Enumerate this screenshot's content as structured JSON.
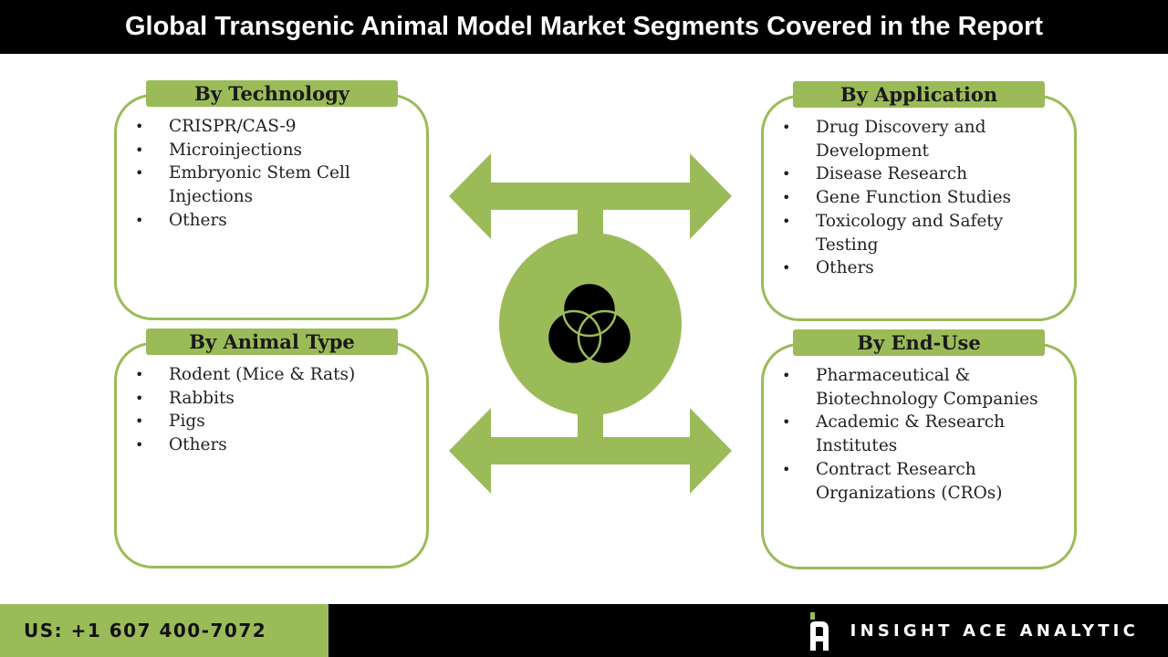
{
  "title": "Global Transgenic Animal Model Market Segments Covered in the Report",
  "colors": {
    "accent": "#9bbb59",
    "dark": "#000000",
    "text": "#222222"
  },
  "segments": {
    "technology": {
      "header": "By Technology",
      "items": [
        "CRISPR/CAS-9",
        "Microinjections",
        "Embryonic Stem Cell Injections",
        "Others"
      ]
    },
    "application": {
      "header": "By Application",
      "items": [
        "Drug Discovery and Development",
        "Disease Research",
        "Gene Function Studies",
        "Toxicology and Safety Testing",
        "Others"
      ]
    },
    "animal_type": {
      "header": "By Animal Type",
      "items": [
        "Rodent (Mice & Rats)",
        "Rabbits",
        "Pigs",
        "Others"
      ]
    },
    "end_use": {
      "header": "By End-Use",
      "items": [
        "Pharmaceutical & Biotechnology Companies",
        "Academic & Research Institutes",
        "Contract Research Organizations (CROs)"
      ]
    }
  },
  "center_icon": "venn-three-circles-icon",
  "footer": {
    "phone": "US: +1 607 400-7072",
    "brand": "INSIGHT ACE ANALYTIC",
    "logo_icon": "insight-ace-logo-icon"
  }
}
